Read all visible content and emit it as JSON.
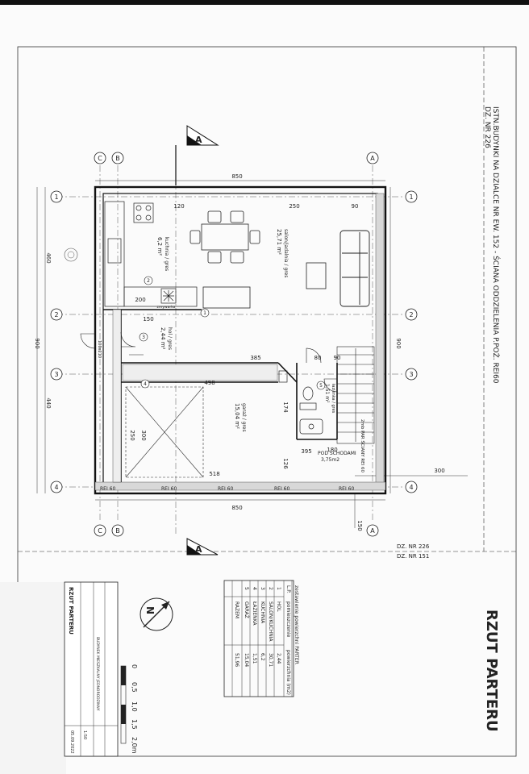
{
  "sheet": {
    "title": "RZUT PARTERU",
    "neighbor_note": "ISTN.BUDYNKI NA DZIALCE NR EW. 152 - ŚCIANA ODDZIELENIA P.POŻ. REI60",
    "neighbor_note2": "DZ. NR 226",
    "plot_left": "DZ. NR 226",
    "plot_right": "DZ. NR 151",
    "north": "N",
    "section_mark": "A"
  },
  "axes": {
    "rows": [
      "C",
      "B",
      "A"
    ],
    "cols": [
      "1",
      "2",
      "3",
      "4"
    ]
  },
  "dimensions": {
    "top_total": "850",
    "bottom_total": "850",
    "left_total": "900",
    "right_total": "900",
    "left_seg_1": "460",
    "left_seg_2": "440",
    "right_offset": "300",
    "bottom_offset": "150",
    "inner": [
      "250",
      "90",
      "385",
      "498",
      "518",
      "395",
      "180",
      "174",
      "126",
      "200",
      "150",
      "120",
      "300",
      "250",
      "80",
      "90"
    ]
  },
  "rooms": [
    {
      "no": "1",
      "name": "salon/jadalnia",
      "area": "25,71",
      "unit": "m²",
      "floor": "gres"
    },
    {
      "no": "2",
      "name": "kuchnia",
      "area": "6,2",
      "unit": "m²",
      "floor": "gres"
    },
    {
      "no": "3",
      "name": "hol",
      "area": "2,44",
      "unit": "m²",
      "floor": "gres"
    },
    {
      "no": "4",
      "name": "garaż",
      "area": "15,04",
      "unit": "m²",
      "floor": "gres"
    },
    {
      "no": "5",
      "name": "łazienka",
      "area": "1,51",
      "unit": "m²",
      "floor": "gres"
    }
  ],
  "labels": {
    "rei": "REI 60",
    "under_stairs": "POD SCHODAMI",
    "under_stairs_area": "3,75m2",
    "stairs_wall": "2mb PAR ŚCIANY REI 60",
    "door_garage": "100x210",
    "kitchen_appliance": "zmywarka",
    "dz_note": "DZ. NR 226"
  },
  "area_table": {
    "title": "zestawienie powierzchni PARTER",
    "headers": [
      "L.P.",
      "pomieszczenie",
      "powierzchnia (m2)"
    ],
    "rows": [
      [
        "1",
        "HOL",
        "2,44"
      ],
      [
        "2",
        "SALON/KUCHNIA",
        "30,71"
      ],
      [
        "3",
        "KUCHNIA",
        "6,2"
      ],
      [
        "4",
        "ŁAZIENKA",
        "1,51"
      ],
      [
        "5",
        "GARAŻ",
        "15,04"
      ]
    ],
    "total_label": "RAZEM",
    "total_value": "51,96"
  },
  "scale_bar": {
    "ticks": [
      "0",
      "0,5",
      "1,0",
      "1,5",
      "2,0m"
    ]
  },
  "title_block": {
    "drawing": "RZUT PARTERU",
    "project": "BUDYNEK MIESZKALNY JEDNORODZINNY",
    "scale": "1:50",
    "date": "05.09.2022"
  }
}
